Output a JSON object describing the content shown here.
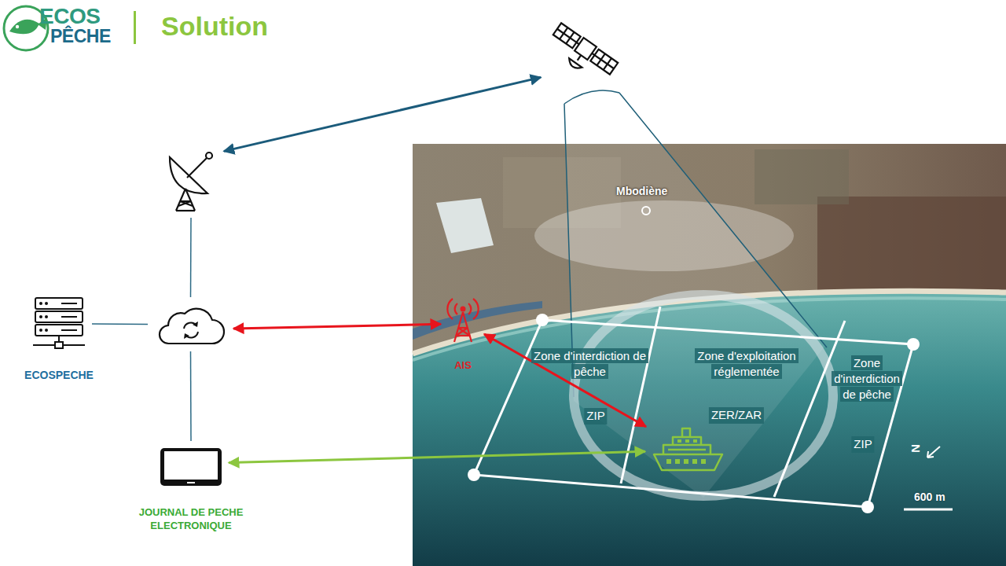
{
  "diagram": {
    "title": "Solution",
    "nodes": [
      {
        "text": []
      },
      {
        "text": []
      },
      {
        "text": [
          "ECOSPECHE"
        ]
      },
      {
        "text": []
      },
      {
        "text": [
          "AIS"
        ]
      },
      {
        "text": [
          "Zone d'interdiction de pêche",
          "ZIP"
        ]
      },
      {
        "text": [
          "Zone d'exploitation réglementée",
          "ZER/ZAR"
        ]
      },
      {
        "text": [
          "Zone d'interdiction de pêche",
          "ZIP"
        ]
      },
      {
        "text": []
      },
      {
        "text": [
          "JOURNAL DE PECHE ELECTRONIQUE"
        ]
      }
    ],
    "edges": [
      {
        "from": 0,
        "to": 1,
        "arrow": "both"
      },
      {
        "from": 1,
        "to": 3,
        "arrow": "none"
      },
      {
        "from": 2,
        "to": 3,
        "arrow": "none"
      },
      {
        "from": 3,
        "to": 9,
        "arrow": "none"
      },
      {
        "from": 3,
        "to": 4,
        "arrow": "both"
      },
      {
        "from": 4,
        "to": 8,
        "arrow": "both"
      },
      {
        "from": 9,
        "to": 8,
        "arrow": "both"
      }
    ],
    "labels": [
      "ECOS",
      "PÊCHE",
      "Mbodiène",
      "N",
      "600 m"
    ]
  }
}
